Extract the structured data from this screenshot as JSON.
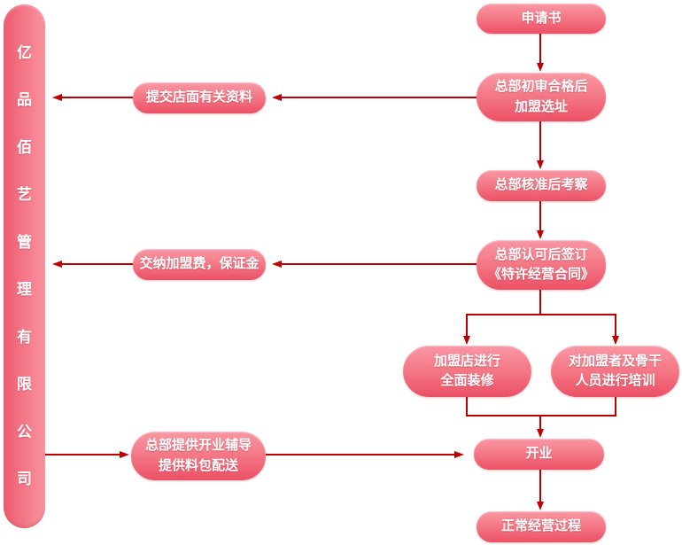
{
  "company": {
    "name": "亿品佰艺管理有限公司",
    "chars": [
      "亿",
      "品",
      "佰",
      "艺",
      "管",
      "理",
      "有",
      "限",
      "公",
      "司"
    ]
  },
  "flow": {
    "application": "申请书",
    "site_selection": [
      "总部初审合格后",
      "加盟选址"
    ],
    "submit_materials": "提交店面有关资料",
    "inspection": "总部核准后考察",
    "sign_contract": [
      "总部认可后签订",
      "《特许经营合同》"
    ],
    "pay_fees": "交纳加盟费，保证金",
    "renovation": [
      "加盟店进行",
      "全面装修"
    ],
    "training": [
      "对加盟者及骨干",
      "人员进行培训"
    ],
    "opening_support": [
      "总部提供开业辅导",
      "提供料包配送"
    ],
    "opening": "开业",
    "normal_operation": "正常经营过程"
  },
  "colors": {
    "arrow": "#c00000",
    "node_gradient_top": "#f998a4",
    "node_gradient_bottom": "#ec5065",
    "bar_gradient_left": "#ee5a6f",
    "bar_gradient_right": "#f9949f",
    "text": "#ffffff",
    "background": "#ffffff"
  }
}
